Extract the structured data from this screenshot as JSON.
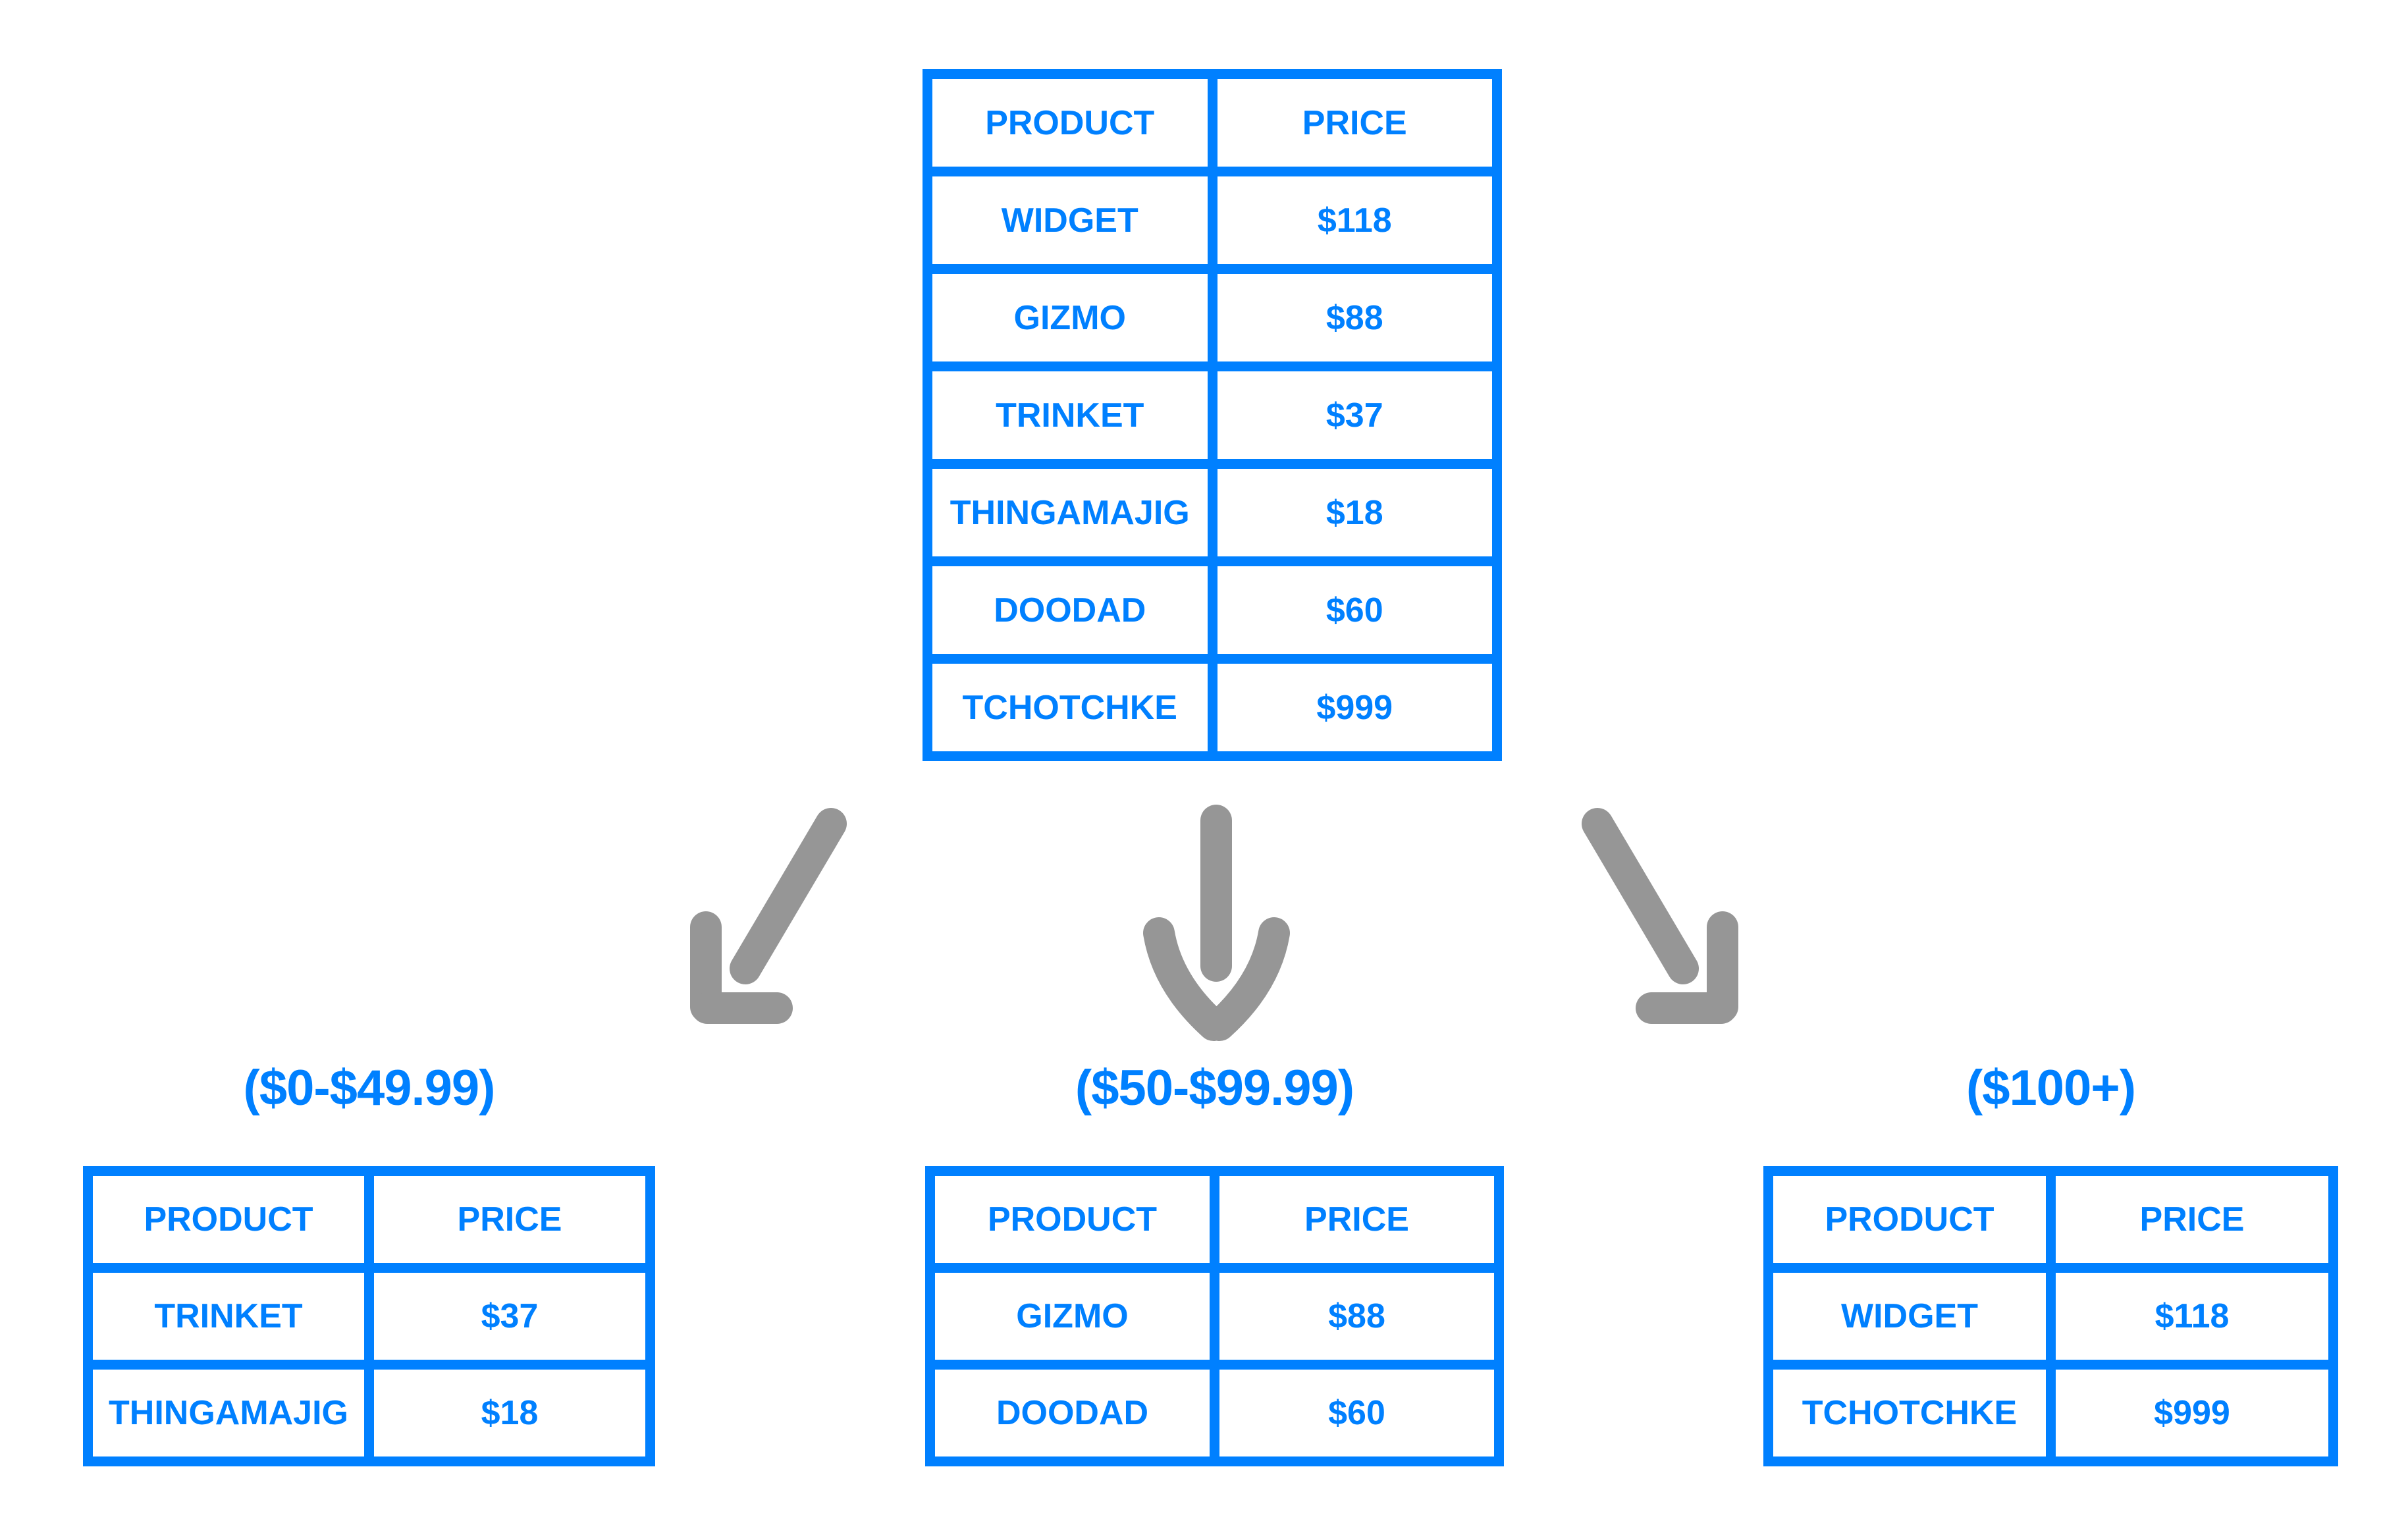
{
  "colors": {
    "accent_blue": "#0080FF",
    "arrow_gray": "#969696",
    "background": "#FFFFFF"
  },
  "source_table": {
    "headers": [
      "PRODUCT",
      "PRICE"
    ],
    "rows": [
      [
        "WIDGET",
        "$118"
      ],
      [
        "GIZMO",
        "$88"
      ],
      [
        "TRINKET",
        "$37"
      ],
      [
        "THINGAMAJIG",
        "$18"
      ],
      [
        "DOODAD",
        "$60"
      ],
      [
        "TCHOTCHKE",
        "$999"
      ]
    ]
  },
  "flow_icons": [
    "down-left-arrow",
    "down-arrow",
    "down-right-arrow"
  ],
  "groups": [
    {
      "label": "($0-$49.99)",
      "headers": [
        "PRODUCT",
        "PRICE"
      ],
      "rows": [
        [
          "TRINKET",
          "$37"
        ],
        [
          "THINGAMAJIG",
          "$18"
        ]
      ]
    },
    {
      "label": "($50-$99.99)",
      "headers": [
        "PRODUCT",
        "PRICE"
      ],
      "rows": [
        [
          "GIZMO",
          "$88"
        ],
        [
          "DOODAD",
          "$60"
        ]
      ]
    },
    {
      "label": "($100+)",
      "headers": [
        "PRODUCT",
        "PRICE"
      ],
      "rows": [
        [
          "WIDGET",
          "$118"
        ],
        [
          "TCHOTCHKE",
          "$999"
        ]
      ]
    }
  ]
}
